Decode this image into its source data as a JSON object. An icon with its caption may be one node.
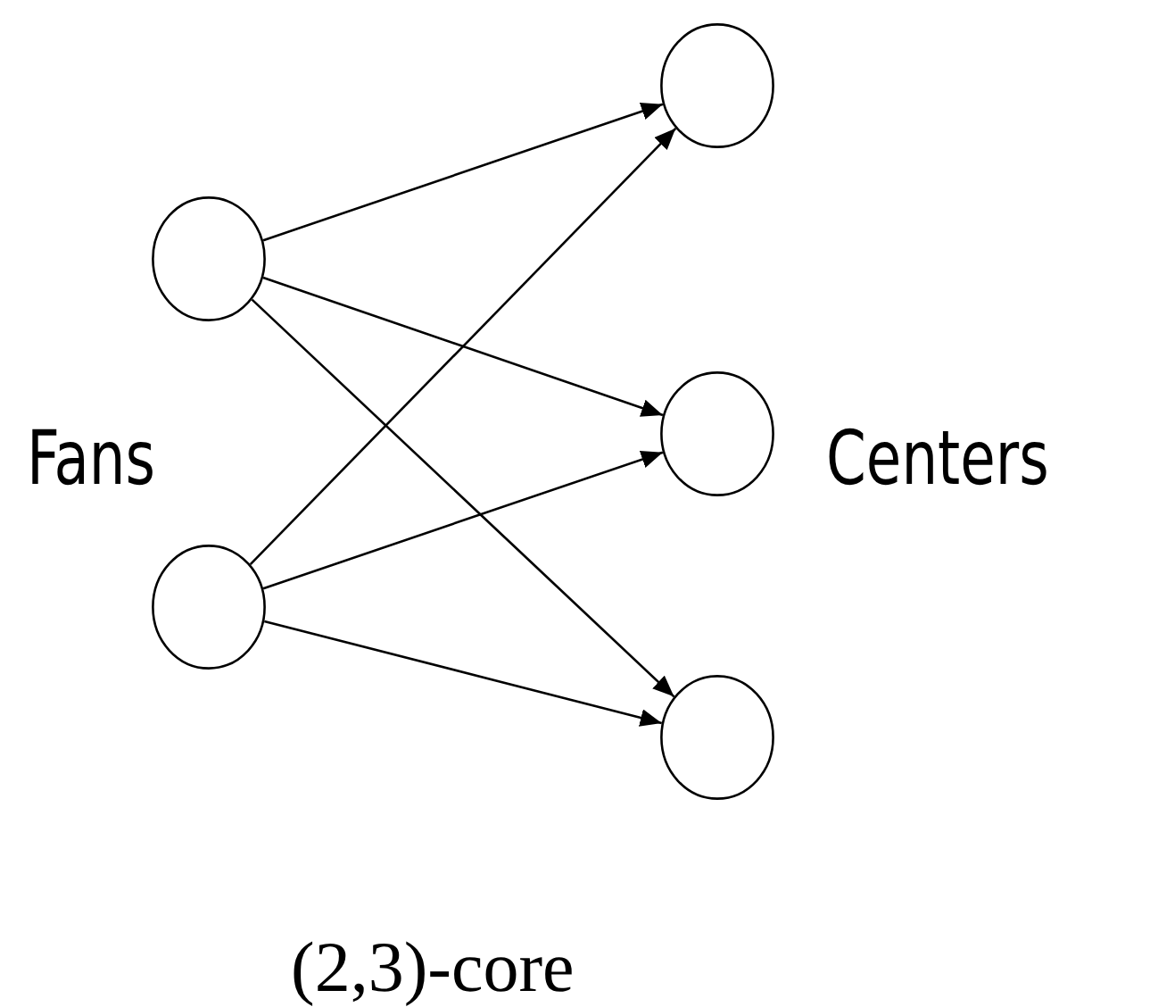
{
  "diagram": {
    "caption": "(2,3)-core",
    "nodes": [
      {
        "text": [],
        "shape": "circle"
      },
      {
        "text": [],
        "shape": "circle"
      },
      {
        "text": [],
        "shape": "circle"
      },
      {
        "text": [],
        "shape": "circle"
      },
      {
        "text": [],
        "shape": "circle"
      }
    ],
    "edges": [
      {
        "from": 0,
        "to": 2,
        "arrow": "to"
      },
      {
        "from": 0,
        "to": 3,
        "arrow": "to"
      },
      {
        "from": 0,
        "to": 4,
        "arrow": "to"
      },
      {
        "from": 1,
        "to": 2,
        "arrow": "to"
      },
      {
        "from": 1,
        "to": 3,
        "arrow": "to"
      },
      {
        "from": 1,
        "to": 4,
        "arrow": "to"
      }
    ],
    "labels": [
      "Fans",
      "Centers"
    ]
  }
}
